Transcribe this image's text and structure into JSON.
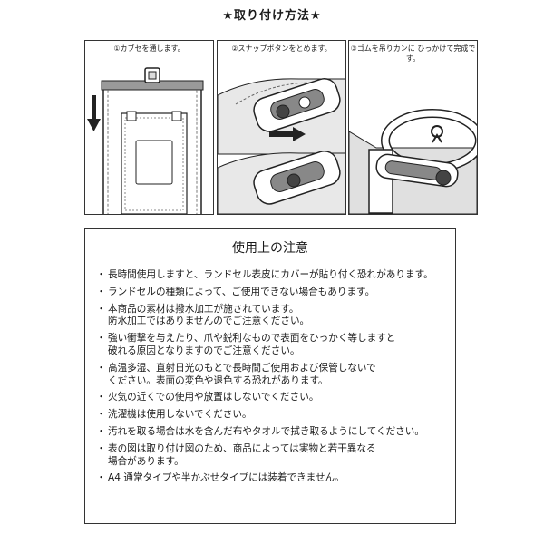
{
  "title": "★取り付け方法★",
  "steps": [
    {
      "caption": "①カブセを通します。"
    },
    {
      "caption": "②スナップボタンをとめます。"
    },
    {
      "caption": "③ゴムを吊りカンに\nひっかけて完成です。"
    }
  ],
  "notes": {
    "heading": "使用上の注意",
    "bullet": "・",
    "items": [
      "長時間使用しますと、ランドセル表皮にカバーが貼り付く恐れがあります。",
      "ランドセルの種類によって、ご使用できない場合もあります。",
      "本商品の素材は撥水加工が施されています。\n防水加工ではありませんのでご注意ください。",
      "強い衝撃を与えたり、爪や鋭利なもので表面をひっかく等しますと\n破れる原因となりますのでご注意ください。",
      "高温多湿、直射日光のもとで長時間ご使用および保管しないで\nください。表面の変色や退色する恐れがあります。",
      "火気の近くでの使用や放置はしないでください。",
      "洗濯機は使用しないでください。",
      "汚れを取る場合は水を含んだ布やタオルで拭き取るようにしてください。",
      "表の図は取り付け図のため、商品によっては実物と若干異なる\n場合があります。",
      "A4 通常タイプや半かぶせタイプには装着できません。"
    ]
  }
}
